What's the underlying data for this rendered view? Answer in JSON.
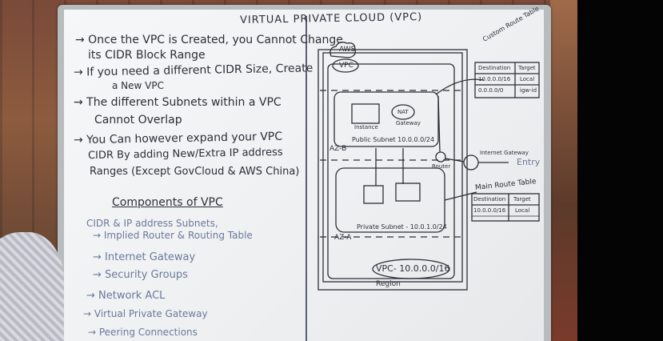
{
  "board": {
    "title": "VIRTUAL PRIVATE CLOUD (VPC)",
    "notes": [
      "→ Once the VPC is Created, you Cannot Change",
      "its CIDR Block Range",
      "→ If you need a different CIDR Size, Create",
      "a New VPC",
      "→ The different Subnets within a VPC",
      "Cannot Overlap",
      "→ You Can however expand your VPC",
      "CIDR By adding New/Extra IP address",
      "Ranges (Except GovCloud & AWS China)"
    ],
    "components_heading": "Components of VPC",
    "components": [
      "CIDR & IP address Subnets,",
      "→ Implied Router & Routing Table",
      "→ Internet Gateway",
      "→ Security Groups",
      "→ Network ACL",
      "→ Virtual Private Gateway",
      "→ Peering Connections"
    ],
    "diagram": {
      "aws": "AWS",
      "vpc": "VPC",
      "custom_route_label": "Custom Route Table",
      "custom_route_headers": [
        "Destination",
        "Target"
      ],
      "custom_route_rows": [
        [
          "10.0.0.0/16",
          "Local"
        ],
        [
          "0.0.0.0/0",
          "igw-id"
        ]
      ],
      "instance": "Instance",
      "nat": "NAT",
      "nat_gateway": "Gateway",
      "public_subnet": "Public Subnet 10.0.0.0/24",
      "az_b": "AZ-B",
      "router": "Router",
      "internet_gateway": "Internet Gateway",
      "entry": "Entry",
      "main_route_label": "Main Route Table",
      "main_route_headers": [
        "Destination",
        "Target"
      ],
      "main_route_rows": [
        [
          "10.0.0.0/16",
          "Local"
        ]
      ],
      "private_subnet": "Private Subnet - 10.0.1.0/24",
      "az_a": "AZ-A",
      "vpc_cidr": "VPC- 10.0.0.0/16",
      "region": "Region"
    }
  },
  "colors": {
    "ink": "#2b2f36",
    "blue_ink": "#6b7a9a",
    "board": "#f2f3f5",
    "frame": "#b8bcbf"
  }
}
